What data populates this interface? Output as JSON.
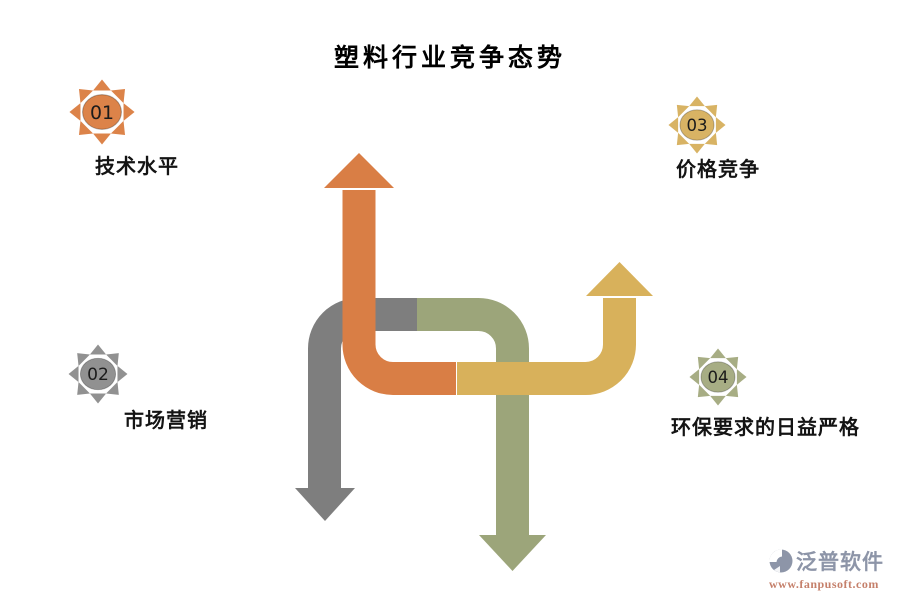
{
  "title": "塑料行业竞争态势",
  "items": [
    {
      "number": "01",
      "label": "技术水平",
      "color": "#dc8349"
    },
    {
      "number": "02",
      "label": "市场营销",
      "color": "#919191"
    },
    {
      "number": "03",
      "label": "价格竞争",
      "color": "#d8b364"
    },
    {
      "number": "04",
      "label": "环保要求的日益严格",
      "color": "#a7ad84"
    }
  ],
  "arrows": {
    "orange": "#d97e45",
    "gray": "#7e7e7e",
    "green": "#9ca57a",
    "gold": "#d8b15b"
  },
  "watermark": {
    "brand": "泛普软件",
    "url": "www.fanpusoft.com",
    "brand_color": "#8d95a8",
    "url_color": "#c5806b"
  }
}
